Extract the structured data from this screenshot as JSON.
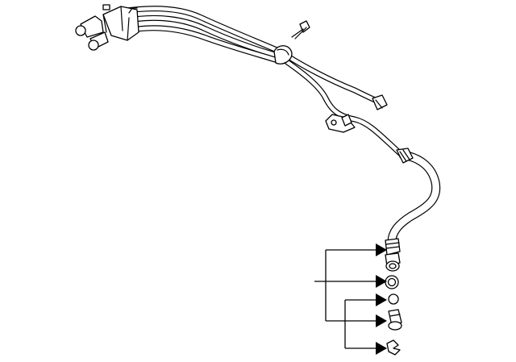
{
  "diagram": {
    "parts": [
      {
        "name": "cooler-lines-assembly"
      },
      {
        "name": "rear-hose"
      },
      {
        "name": "o-ring"
      },
      {
        "name": "seal"
      },
      {
        "name": "connector"
      },
      {
        "name": "clip"
      }
    ]
  }
}
